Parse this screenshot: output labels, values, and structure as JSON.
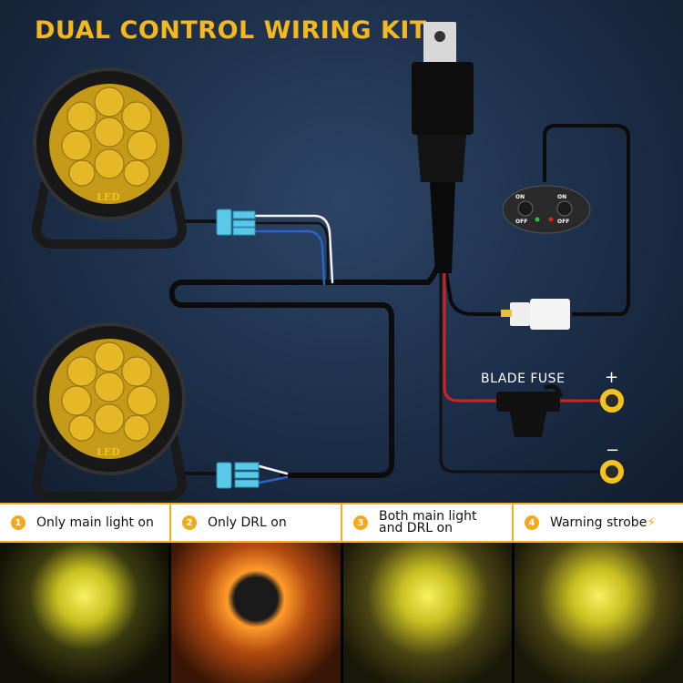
{
  "title": "DUAL CONTROL WIRING KIT",
  "diagram": {
    "fuse_label": "BLADE FUSE",
    "positive": "+",
    "negative": "−",
    "switch": {
      "on": "ON",
      "off": "OFF"
    },
    "lamp_badge": "LED"
  },
  "modes": [
    {
      "num": "1",
      "label": "Only main light on",
      "glow": "#e8e23a"
    },
    {
      "num": "2",
      "label": "Only DRL on",
      "glow": "#ff8a1c"
    },
    {
      "num": "3",
      "label": "Both main light and DRL on",
      "glow": "#e8e23a"
    },
    {
      "num": "4",
      "label": "Warning strobe",
      "icon": "lightning-icon",
      "glow": "#e8e23a"
    }
  ],
  "colors": {
    "accent": "#f4b81c",
    "background": "#1c2e48"
  }
}
